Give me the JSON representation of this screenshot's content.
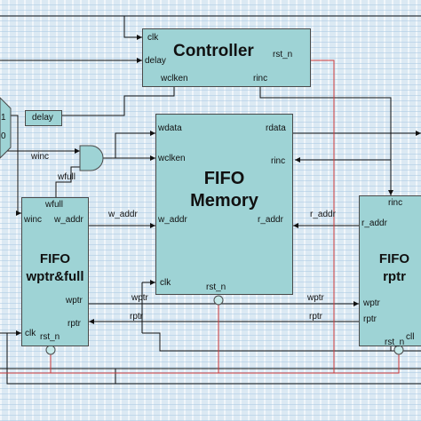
{
  "controller": {
    "title": "Controller",
    "ports": {
      "clk": "clk",
      "delay": "delay",
      "wclken": "wclken",
      "rinc": "rinc",
      "rst_n": "rst_n"
    }
  },
  "memory": {
    "title_line1": "FIFO",
    "title_line2": "Memory",
    "ports": {
      "wdata": "wdata",
      "wclken": "wclken",
      "w_addr": "w_addr",
      "clk": "clk",
      "rst_n": "rst_n",
      "rdata": "rdata",
      "rinc": "rinc",
      "r_addr": "r_addr"
    }
  },
  "wptr_block": {
    "title_line1": "FIFO",
    "title_line2": "wptr&full",
    "ports": {
      "wfull": "wfull",
      "winc": "winc",
      "w_addr": "w_addr",
      "wptr": "wptr",
      "rptr": "rptr",
      "clk": "clk",
      "rst_n": "rst_n"
    }
  },
  "rptr_block": {
    "title_line1": "FIFO",
    "title_line2": "rptr",
    "ports": {
      "rinc": "rinc",
      "r_addr": "r_addr",
      "wptr": "wptr",
      "rptr": "rptr",
      "clk": "cll",
      "rst_n": "rst_n"
    }
  },
  "delay_block": {
    "label": "delay"
  },
  "mux_labels": {
    "one": "1",
    "zero": "0"
  },
  "signals": {
    "winc": "winc",
    "wfull": "wfull",
    "w_addr": "w_addr",
    "r_addr": "r_addr",
    "wptr_mid": "wptr",
    "rptr_mid": "rptr",
    "wptr_right": "wptr",
    "rptr_right": "rptr"
  },
  "colors": {
    "block_fill": "#9ed3d5",
    "wire": "#111111",
    "reset_wire": "#d23b3b",
    "bubble": "#c6e9e9"
  }
}
